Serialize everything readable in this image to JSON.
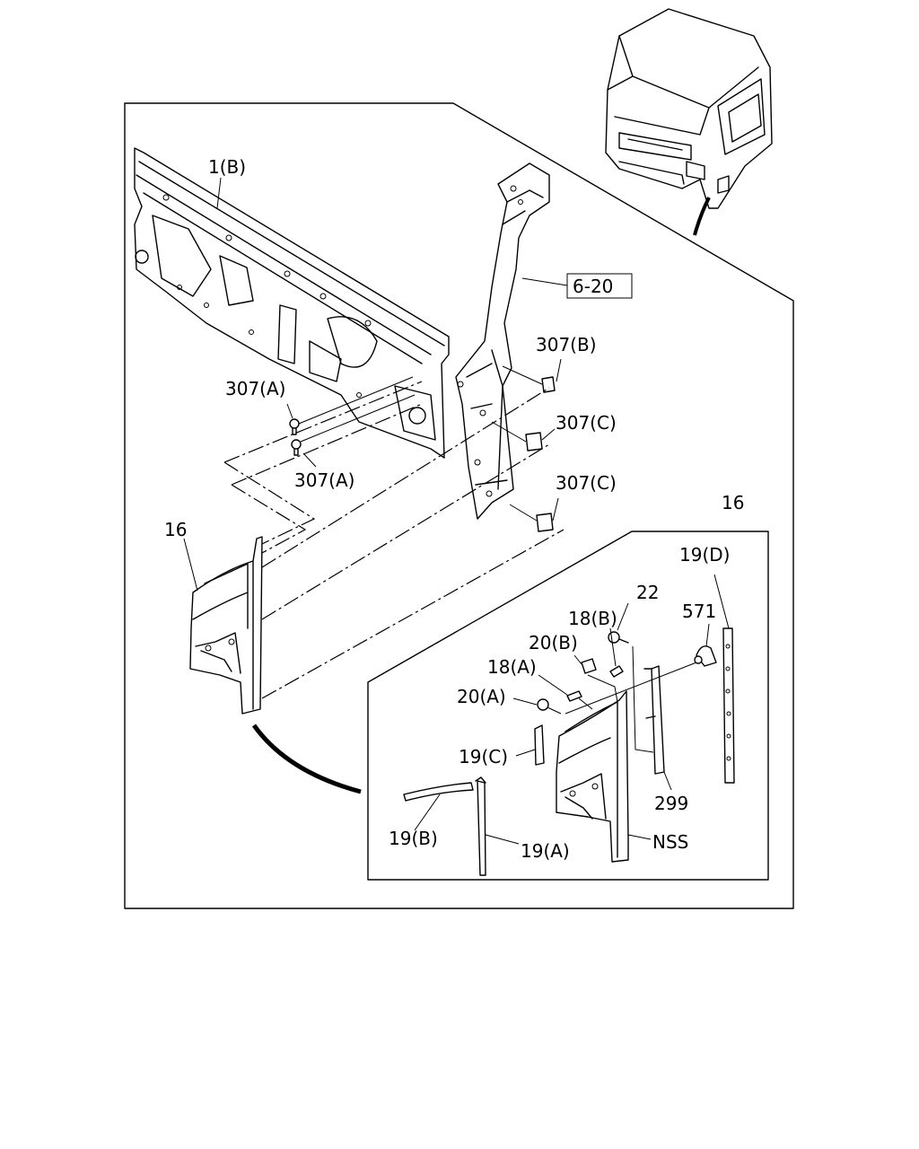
{
  "labels": {
    "l_1b": "1(B)",
    "l_620": "6-20",
    "l_307b": "307(B)",
    "l_307a_1": "307(A)",
    "l_307c_1": "307(C)",
    "l_307a_2": "307(A)",
    "l_307c_2": "307(C)",
    "l_16_left": "16",
    "l_16_right": "16",
    "l_19d": "19(D)",
    "l_22": "22",
    "l_571": "571",
    "l_18b": "18(B)",
    "l_20b": "20(B)",
    "l_18a": "18(A)",
    "l_20a": "20(A)",
    "l_19c": "19(C)",
    "l_299": "299",
    "l_19b": "19(B)",
    "l_19a": "19(A)",
    "l_nss": "NSS"
  }
}
